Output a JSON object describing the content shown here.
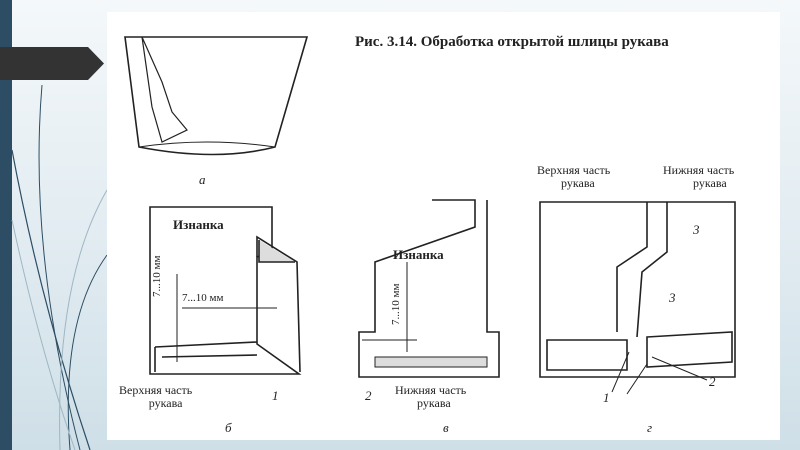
{
  "title": "Рис. 3.14. Обработка открытой шлицы рукава",
  "panels": {
    "a": {
      "letter": "а"
    },
    "b": {
      "letter": "б",
      "inside": "Изнанка",
      "dim_vertical": "7...10 мм",
      "dim_horizontal": "7...10 мм",
      "caption_line1": "Верхняя часть",
      "caption_line2": "рукава",
      "num1": "1"
    },
    "v": {
      "letter": "в",
      "inside": "Изнанка",
      "dim_vertical": "7...10 мм",
      "caption_line1": "Нижняя часть",
      "caption_line2": "рукава",
      "num2": "2"
    },
    "g": {
      "letter": "г",
      "upper_line1": "Верхняя часть",
      "upper_line2": "рукава",
      "lower_line1": "Нижняя часть",
      "lower_line2": "рукава",
      "num1": "1",
      "num2": "2",
      "num3a": "3",
      "num3b": "3"
    }
  },
  "colors": {
    "sidebar": "#2c4d63",
    "arrow": "#333333"
  }
}
